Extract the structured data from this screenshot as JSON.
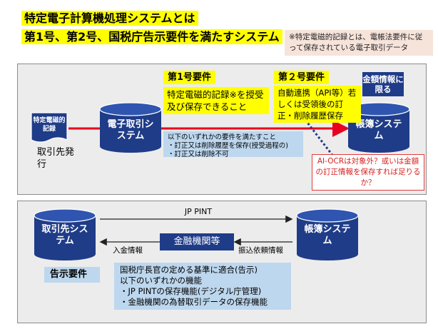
{
  "header": {
    "title_line1": "特定電子計算機処理システムとは",
    "title_line2": "第1号、第2号、国税庁告示要件を満たすシステム",
    "note": "※特定電磁的記録とは、電帳法要件に従って保存されている電子取引データ"
  },
  "top": {
    "doc_label": "特定電磁的記録",
    "issuer_label": "取引先発行",
    "ec_system": "電子取引システム",
    "book_system": "帳簿システム",
    "req1_label": "第1号要件",
    "req1_text": "特定電磁的記録※を授受及び保存できること",
    "req1_detail_intro": "以下のいずれかの要件を満たすこと",
    "req1_detail_1": "・訂正又は削除履歴を保存(授受過程の)",
    "req1_detail_2": "・訂正又は削除不可",
    "req2_label": "第２号要件",
    "req2_text": "自動連携（API等）若しくは受領後の訂正・削除履歴保存",
    "money_only": "金額情報に限る",
    "question": "AI-OCRは対象外？或いは金額の訂正情報を保存すれば足りるか？"
  },
  "bottom": {
    "partner_system": "取引先システム",
    "book_system": "帳簿システム",
    "jp_pint": "JP PINT",
    "bank": "金融機関等",
    "deposit": "入金情報",
    "transfer": "振込依頼情報",
    "kokuji_label": "告示要件",
    "kokuji_line1": "国税庁長官の定める基準に適合(告示)",
    "kokuji_line2": "以下のいずれかの機能",
    "kokuji_line3": "・JP PINTの保存機能(デジタル庁管理)",
    "kokuji_line4": "・金融機関の為替取引データの保存機能"
  },
  "colors": {
    "highlight": "#ffff00",
    "navy": "#1f3c88",
    "light_blue": "#bdd7ee",
    "red_arrow": "#e8001f",
    "note_bg": "#f6e3da"
  }
}
